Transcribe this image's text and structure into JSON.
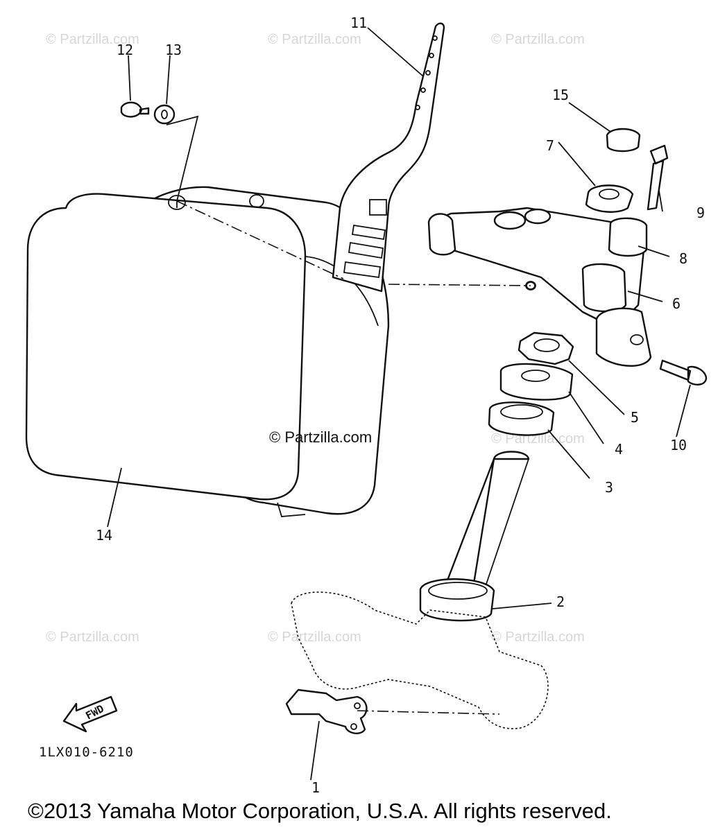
{
  "watermark_text": "© Partzilla.com",
  "center_watermark": "© Partzilla.com",
  "diagram_code": "1LX010-6210",
  "fwd_label": "FWD",
  "copyright": "©2013 Yamaha Motor Corporation, U.S.A. All rights reserved.",
  "callouts": [
    "1",
    "2",
    "3",
    "4",
    "5",
    "6",
    "7",
    "8",
    "9",
    "10",
    "11",
    "12",
    "13",
    "14",
    "15"
  ]
}
